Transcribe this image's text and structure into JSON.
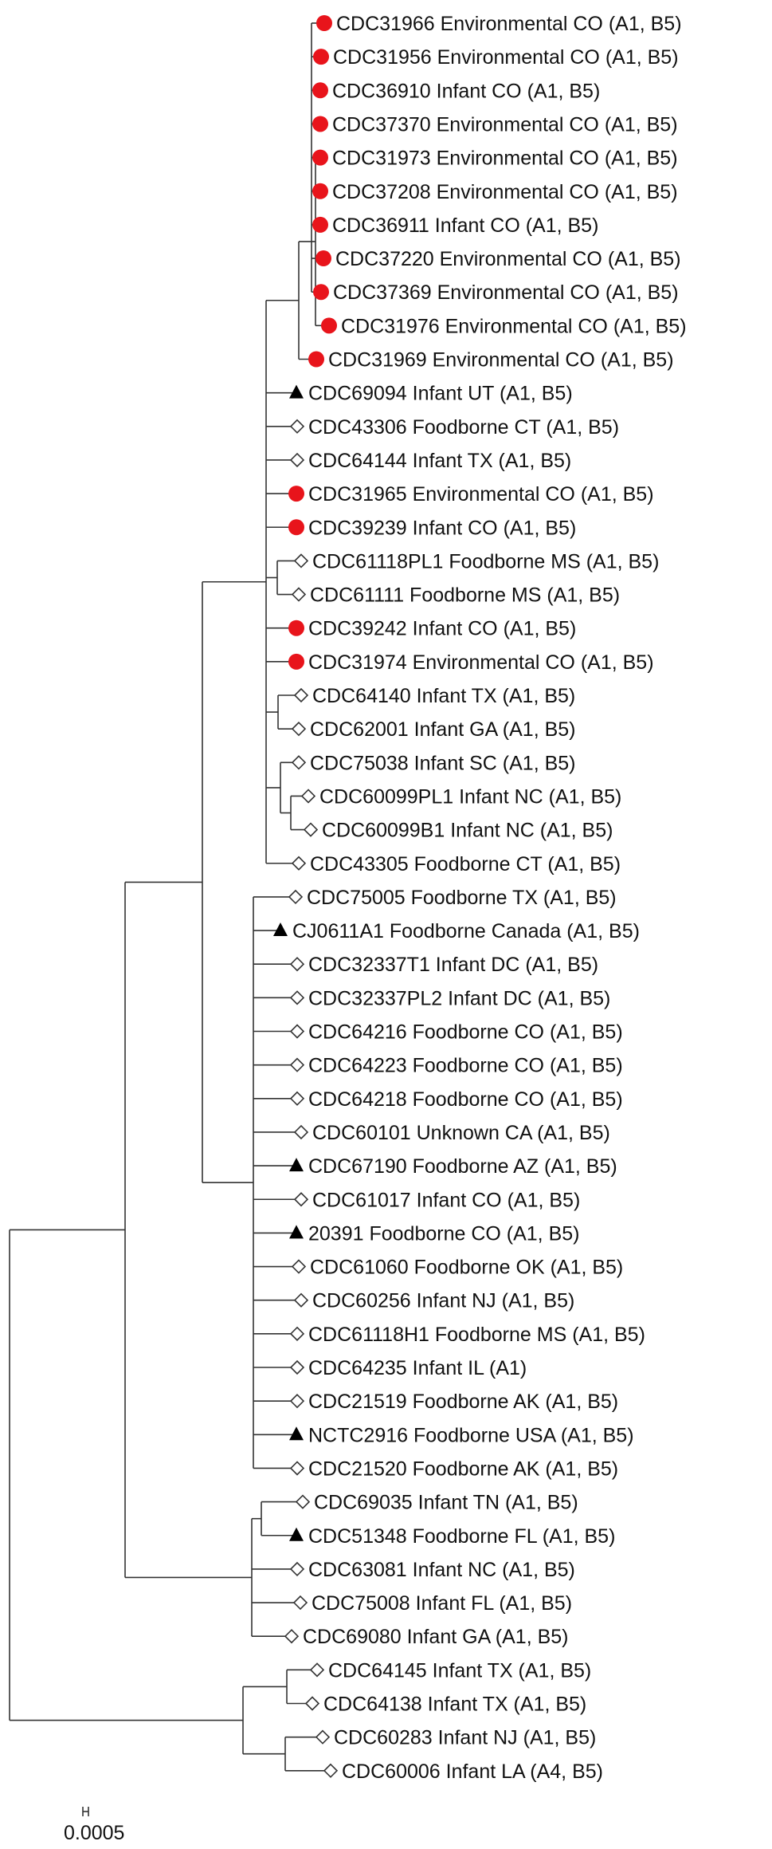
{
  "colors": {
    "circle": "#e8141b",
    "triangle": "#000000",
    "diamond_stroke": "#333333",
    "line": "#333333"
  },
  "marker_legend": {
    "circle": "red-circle-icon",
    "triangle": "black-triangle-icon",
    "diamond": "open-diamond-icon"
  },
  "scale_bar": {
    "label": "0.0005"
  },
  "leaves": [
    {
      "label": "CDC31966 Environmental CO (A1, B5)",
      "marker": "circle"
    },
    {
      "label": "CDC31956 Environmental CO (A1, B5)",
      "marker": "circle"
    },
    {
      "label": "CDC36910 Infant CO (A1, B5)",
      "marker": "circle"
    },
    {
      "label": "CDC37370 Environmental CO (A1, B5)",
      "marker": "circle"
    },
    {
      "label": "CDC31973 Environmental CO (A1, B5)",
      "marker": "circle"
    },
    {
      "label": "CDC37208 Environmental CO (A1, B5)",
      "marker": "circle"
    },
    {
      "label": "CDC36911 Infant CO (A1, B5)",
      "marker": "circle"
    },
    {
      "label": "CDC37220 Environmental CO (A1, B5)",
      "marker": "circle"
    },
    {
      "label": "CDC37369 Environmental CO (A1, B5)",
      "marker": "circle"
    },
    {
      "label": "CDC31976 Environmental CO (A1, B5)",
      "marker": "circle"
    },
    {
      "label": "CDC31969 Environmental CO (A1, B5)",
      "marker": "circle"
    },
    {
      "label": "CDC69094 Infant UT (A1, B5)",
      "marker": "triangle"
    },
    {
      "label": "CDC43306 Foodborne CT (A1, B5)",
      "marker": "diamond"
    },
    {
      "label": "CDC64144 Infant TX (A1, B5)",
      "marker": "diamond"
    },
    {
      "label": "CDC31965 Environmental CO (A1, B5)",
      "marker": "circle"
    },
    {
      "label": "CDC39239 Infant CO (A1, B5)",
      "marker": "circle"
    },
    {
      "label": "CDC61118PL1 Foodborne MS (A1, B5)",
      "marker": "diamond"
    },
    {
      "label": "CDC61111 Foodborne MS (A1, B5)",
      "marker": "diamond"
    },
    {
      "label": "CDC39242 Infant CO (A1, B5)",
      "marker": "circle"
    },
    {
      "label": "CDC31974 Environmental CO (A1, B5)",
      "marker": "circle"
    },
    {
      "label": "CDC64140 Infant TX (A1, B5)",
      "marker": "diamond"
    },
    {
      "label": "CDC62001 Infant GA (A1, B5)",
      "marker": "diamond"
    },
    {
      "label": "CDC75038 Infant SC (A1, B5)",
      "marker": "diamond"
    },
    {
      "label": "CDC60099PL1 Infant NC (A1, B5)",
      "marker": "diamond"
    },
    {
      "label": "CDC60099B1 Infant NC (A1, B5)",
      "marker": "diamond"
    },
    {
      "label": "CDC43305 Foodborne CT (A1, B5)",
      "marker": "diamond"
    },
    {
      "label": "CDC75005 Foodborne TX (A1, B5)",
      "marker": "diamond"
    },
    {
      "label": "CJ0611A1 Foodborne Canada (A1, B5)",
      "marker": "triangle"
    },
    {
      "label": "CDC32337T1 Infant DC (A1, B5)",
      "marker": "diamond"
    },
    {
      "label": "CDC32337PL2 Infant DC (A1, B5)",
      "marker": "diamond"
    },
    {
      "label": "CDC64216 Foodborne CO (A1, B5)",
      "marker": "diamond"
    },
    {
      "label": "CDC64223 Foodborne CO (A1, B5)",
      "marker": "diamond"
    },
    {
      "label": "CDC64218 Foodborne CO (A1, B5)",
      "marker": "diamond"
    },
    {
      "label": "CDC60101 Unknown CA (A1, B5)",
      "marker": "diamond"
    },
    {
      "label": "CDC67190 Foodborne AZ (A1, B5)",
      "marker": "triangle"
    },
    {
      "label": "CDC61017 Infant CO (A1, B5)",
      "marker": "diamond"
    },
    {
      "label": "20391 Foodborne CO (A1, B5)",
      "marker": "triangle"
    },
    {
      "label": "CDC61060 Foodborne OK (A1, B5)",
      "marker": "diamond"
    },
    {
      "label": "CDC60256 Infant NJ (A1, B5)",
      "marker": "diamond"
    },
    {
      "label": "CDC61118H1 Foodborne MS (A1, B5)",
      "marker": "diamond"
    },
    {
      "label": "CDC64235 Infant IL (A1)",
      "marker": "diamond"
    },
    {
      "label": "CDC21519 Foodborne AK (A1, B5)",
      "marker": "diamond"
    },
    {
      "label": "NCTC2916 Foodborne USA (A1, B5)",
      "marker": "triangle"
    },
    {
      "label": "CDC21520 Foodborne AK (A1, B5)",
      "marker": "diamond"
    },
    {
      "label": "CDC69035 Infant TN (A1, B5)",
      "marker": "diamond"
    },
    {
      "label": "CDC51348 Foodborne FL (A1, B5)",
      "marker": "triangle"
    },
    {
      "label": "CDC63081 Infant NC (A1, B5)",
      "marker": "diamond"
    },
    {
      "label": "CDC75008 Infant FL (A1, B5)",
      "marker": "diamond"
    },
    {
      "label": "CDC69080 Infant GA (A1, B5)",
      "marker": "diamond"
    },
    {
      "label": "CDC64145 Infant TX (A1, B5)",
      "marker": "diamond"
    },
    {
      "label": "CDC64138 Infant TX (A1, B5)",
      "marker": "diamond"
    },
    {
      "label": "CDC60283 Infant NJ (A1, B5)",
      "marker": "diamond"
    },
    {
      "label": "CDC60006 Infant LA (A4, B5)",
      "marker": "diamond"
    }
  ]
}
